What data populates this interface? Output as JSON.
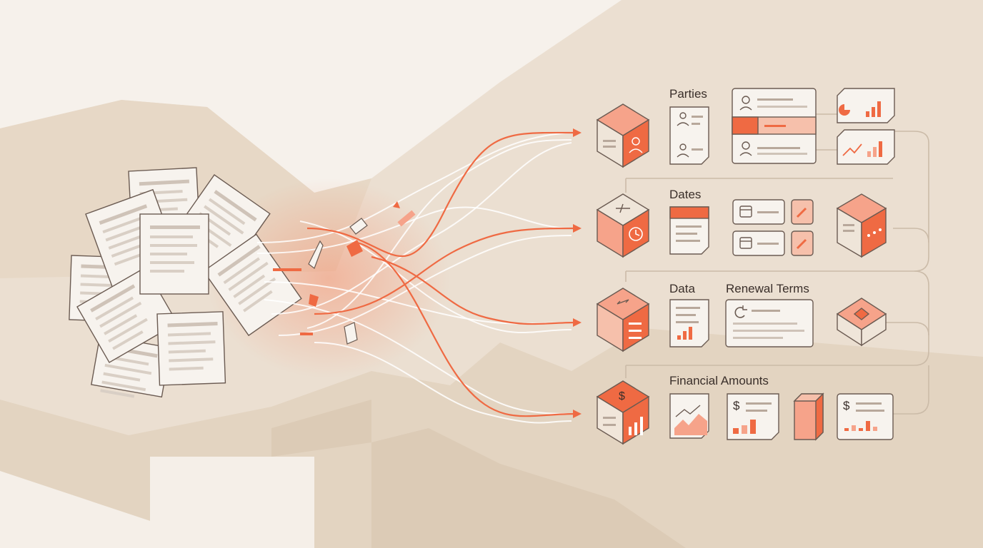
{
  "categories": {
    "parties": "Parties",
    "dates": "Dates",
    "data": "Data",
    "renewal_terms": "Renewal Terms",
    "financial_amounts": "Financial Amounts"
  },
  "icons": {
    "currency_symbol": "$"
  },
  "colors": {
    "background": "#f5f0ea",
    "surface": "#e9dccb",
    "paper": "#f7f3ee",
    "accent": "#ef6a43",
    "accent_light": "#f6a38a",
    "stroke": "#6b5b52"
  }
}
